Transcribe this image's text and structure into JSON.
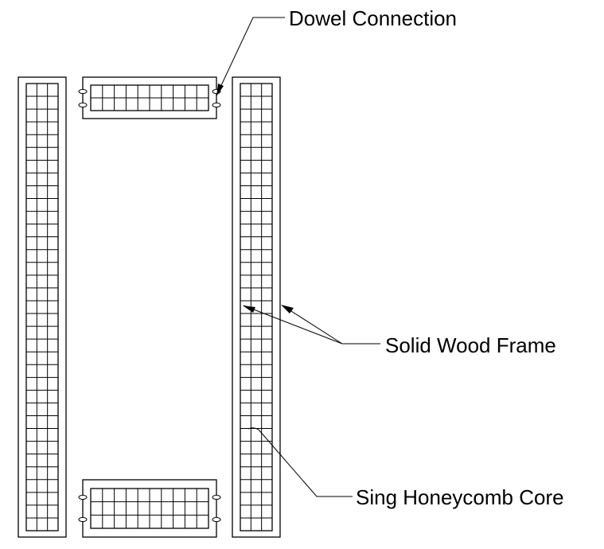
{
  "labels": {
    "dowel": "Dowel Connection",
    "frame": "Solid Wood Frame",
    "core": "Sing Honeycomb Core"
  },
  "icons": {
    "dowel": "dowel-pin",
    "arrow": "arrowhead"
  }
}
